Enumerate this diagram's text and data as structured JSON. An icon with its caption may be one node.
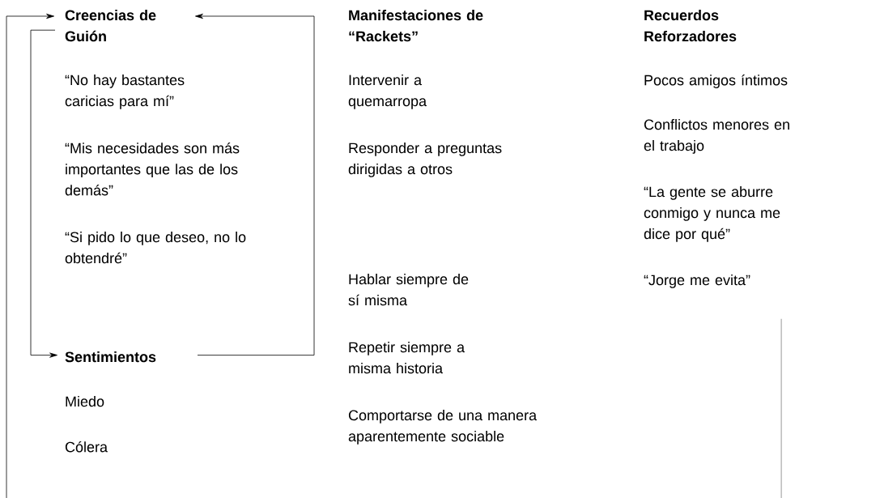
{
  "diagram": {
    "nodes": [
      {
        "text": [
          "Creencias de Guión"
        ]
      },
      {
        "text": [
          "Sentimientos",
          "Miedo",
          "Cólera"
        ]
      },
      {
        "text": [
          "Manifestaciones de “Rackets”",
          "Intervenir a quemarropa",
          "Responder a preguntas dirigidas a otros",
          "Hablar siempre de sí misma",
          "Repetir siempre a misma historia",
          "Comportarse de una manera aparentemente sociable"
        ]
      },
      {
        "text": [
          "Recuerdos Reforzadores",
          "Pocos amigos íntimos",
          "Conflictos menores en el trabajo",
          "“La gente se aburre conmigo y nunca me dice por qué”",
          "“Jorge me evita”"
        ]
      }
    ],
    "edges": [
      {
        "from": 0,
        "to": 1,
        "arrow": "to"
      },
      {
        "from": 1,
        "to": 0,
        "arrow": "to"
      },
      {
        "from": null,
        "to": 0,
        "arrow": "to"
      },
      {
        "from": 3,
        "to": null,
        "arrow": "none"
      }
    ],
    "labels": [
      "“No hay bastantes caricias para mí”",
      "“Mis necesidades son más importantes que las de los demás”",
      "“Si pido lo que deseo, no lo obtendré”"
    ]
  }
}
